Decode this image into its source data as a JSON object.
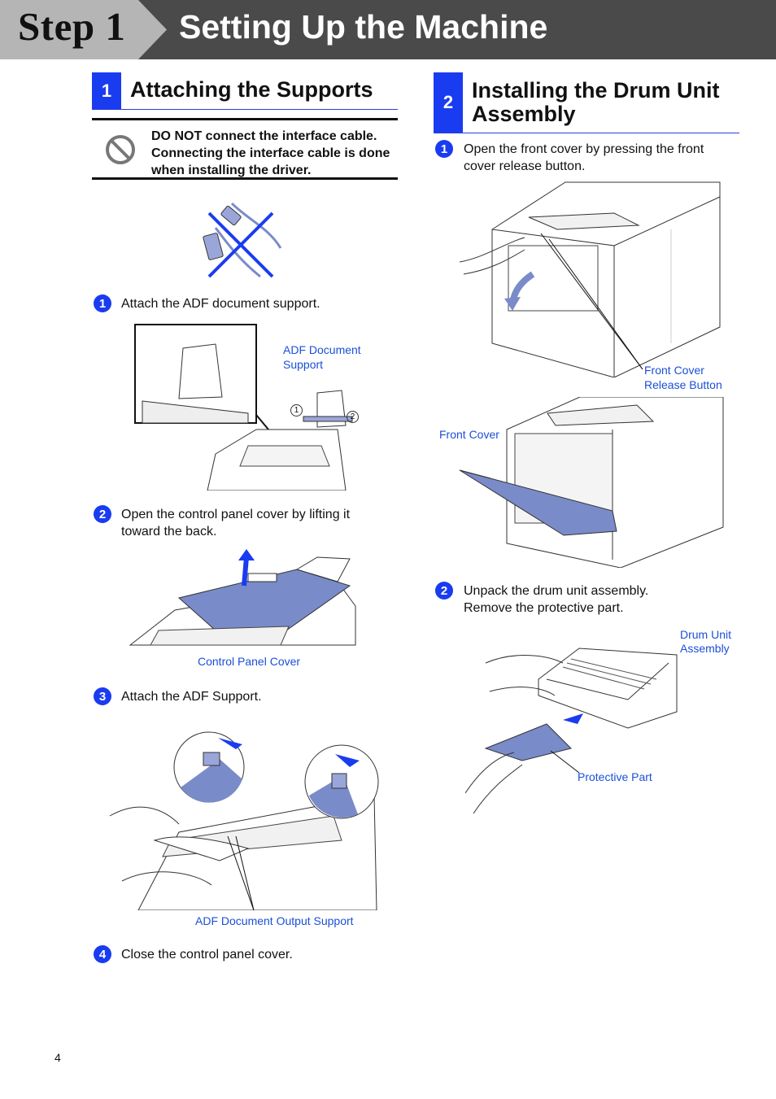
{
  "header": {
    "step_label": "Step 1",
    "title": "Setting Up the Machine"
  },
  "section1": {
    "number": "1",
    "title": "Attaching the Supports",
    "warning": "DO NOT connect the interface cable. Connecting the interface cable is done when installing the driver.",
    "steps": [
      {
        "number": "1",
        "text": "Attach the ADF document support."
      },
      {
        "number": "2",
        "text": "Open the control panel cover by lifting it toward the back."
      },
      {
        "number": "3",
        "text": "Attach the ADF Support."
      },
      {
        "number": "4",
        "text": "Close the control panel cover."
      }
    ],
    "callouts": {
      "adf_document_support_line1": "ADF Document",
      "adf_document_support_line2": "Support",
      "marker_1": "1",
      "marker_2": "2",
      "control_panel_cover": "Control Panel Cover",
      "adf_document_output_support": "ADF Document Output Support"
    }
  },
  "section2": {
    "number": "2",
    "title_line1": "Installing the Drum Unit",
    "title_line2": "Assembly",
    "steps": [
      {
        "number": "1",
        "text_line1": "Open the front cover by pressing the front",
        "text_line2": "cover release button."
      },
      {
        "number": "2",
        "text_line1": "Unpack the drum unit assembly.",
        "text_line2": "Remove the protective part."
      }
    ],
    "callouts": {
      "front_cover_release_line1": "Front Cover",
      "front_cover_release_line2": "Release Button",
      "front_cover": "Front Cover",
      "drum_unit_line1": "Drum Unit",
      "drum_unit_line2": "Assembly",
      "protective_part": "Protective Part"
    }
  },
  "footer": {
    "page_number": "4"
  },
  "colors": {
    "accent_blue": "#1a3cf0",
    "callout_blue": "#1b4fd8",
    "header_gray": "#4a4a4a",
    "tab_gray": "#b5b5b5"
  }
}
